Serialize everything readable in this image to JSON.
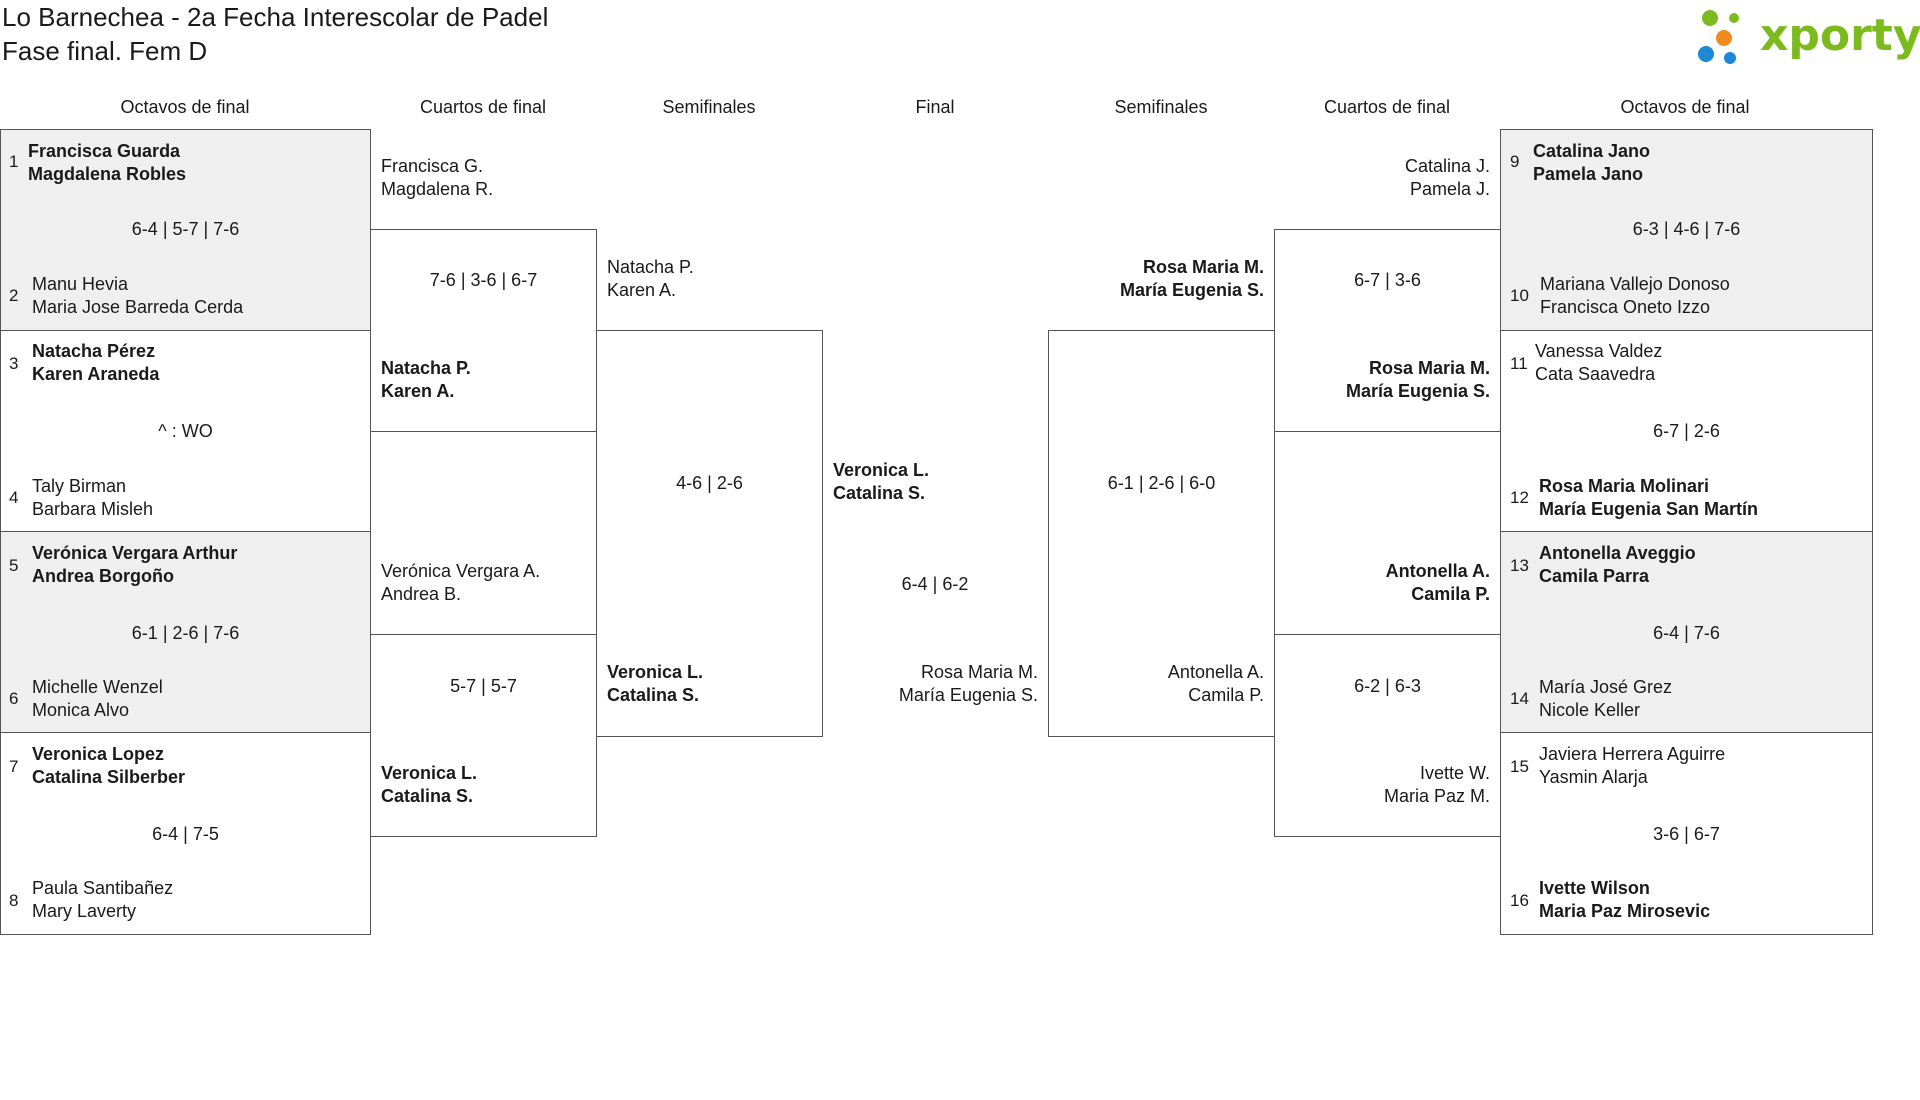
{
  "title": "Lo Barnechea - 2a Fecha Interescolar de Padel",
  "subtitle": "Fase final. Fem D",
  "logo_text": "xporty",
  "colors": {
    "logo_green": "#7cbb1e",
    "logo_blue": "#1e88d8",
    "logo_orange": "#f08a1e",
    "shaded": "#efefef"
  },
  "headers": {
    "left_r16": "Octavos de final",
    "left_qf": "Cuartos de final",
    "left_sf": "Semifinales",
    "final": "Final",
    "right_sf": "Semifinales",
    "right_qf": "Cuartos de final",
    "right_r16": "Octavos de final"
  },
  "left_r16": [
    {
      "seed_a": "1",
      "a1": "Francisca Guarda",
      "a2": "Magdalena Robles",
      "score": "6-4 | 5-7 | 7-6",
      "seed_b": "2",
      "b1": "Manu Hevia",
      "b2": "Maria Jose Barreda Cerda"
    },
    {
      "seed_a": "3",
      "a1": "Natacha Pérez",
      "a2": "Karen Araneda",
      "score": "^ : WO",
      "seed_b": "4",
      "b1": "Taly Birman",
      "b2": "Barbara Misleh"
    },
    {
      "seed_a": "5",
      "a1": "Verónica Vergara Arthur",
      "a2": "Andrea Borgoño",
      "score": "6-1 | 2-6 | 7-6",
      "seed_b": "6",
      "b1": "Michelle Wenzel",
      "b2": "Monica Alvo"
    },
    {
      "seed_a": "7",
      "a1": "Veronica Lopez",
      "a2": "Catalina Silberber",
      "score": "6-4 | 7-5",
      "seed_b": "8",
      "b1": "Paula Santibañez",
      "b2": "Mary Laverty"
    }
  ],
  "left_qf": [
    {
      "a1": "Francisca G.",
      "a2": "Magdalena R.",
      "score": "7-6 | 3-6 | 6-7",
      "b1": "Natacha P.",
      "b2": "Karen A."
    },
    {
      "a1": "Verónica Vergara A.",
      "a2": "Andrea B.",
      "score": "5-7 | 5-7",
      "b1": "Veronica L.",
      "b2": "Catalina S."
    }
  ],
  "left_sf": {
    "a1": "Natacha P.",
    "a2": "Karen A.",
    "score": "4-6 | 2-6",
    "b1": "Veronica L.",
    "b2": "Catalina S."
  },
  "final": {
    "a1": "Veronica L.",
    "a2": "Catalina S.",
    "score": "6-4 | 6-2",
    "b1": "Rosa Maria M.",
    "b2": "María Eugenia S."
  },
  "right_sf": {
    "a1": "Rosa Maria M.",
    "a2": "María Eugenia S.",
    "score": "6-1 | 2-6 | 6-0",
    "b1": "Antonella A.",
    "b2": "Camila P."
  },
  "right_qf": [
    {
      "a1": "Catalina J.",
      "a2": "Pamela J.",
      "score": "6-7 | 3-6",
      "b1": "Rosa Maria M.",
      "b2": "María Eugenia S."
    },
    {
      "a1": "Antonella A.",
      "a2": "Camila P.",
      "score": "6-2 | 6-3",
      "b1": "Ivette W.",
      "b2": "Maria Paz M."
    }
  ],
  "right_r16": [
    {
      "seed_a": "9",
      "a1": "Catalina Jano",
      "a2": "Pamela Jano",
      "score": "6-3 | 4-6 | 7-6",
      "seed_b": "10",
      "b1": "Mariana Vallejo Donoso",
      "b2": "Francisca Oneto Izzo"
    },
    {
      "seed_a": "11",
      "a1": "Vanessa Valdez",
      "a2": "Cata Saavedra",
      "score": "6-7 | 2-6",
      "seed_b": "12",
      "b1": "Rosa Maria Molinari",
      "b2": "María Eugenia San Martín"
    },
    {
      "seed_a": "13",
      "a1": "Antonella Aveggio",
      "a2": "Camila Parra",
      "score": "6-4 | 7-6",
      "seed_b": "14",
      "b1": "María José Grez",
      "b2": "Nicole Keller"
    },
    {
      "seed_a": "15",
      "a1": "Javiera Herrera Aguirre",
      "a2": "Yasmin Alarja",
      "score": "3-6 | 6-7",
      "seed_b": "16",
      "b1": "Ivette Wilson",
      "b2": "Maria Paz Mirosevic"
    }
  ]
}
